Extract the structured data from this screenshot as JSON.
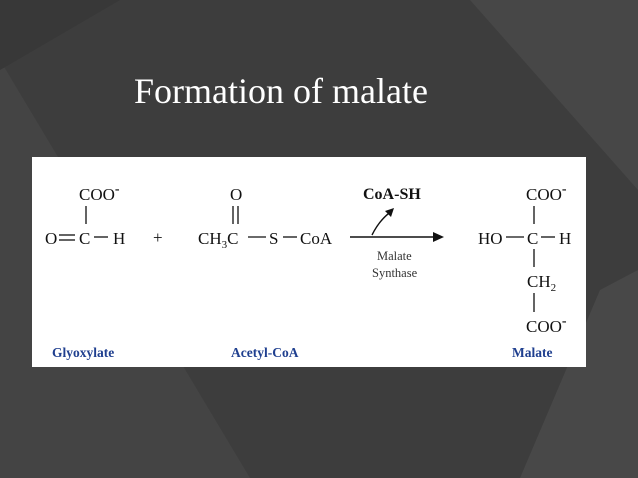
{
  "slide": {
    "title": "Formation of malate",
    "colors": {
      "background": "#3d3d3d",
      "triangle_light": "#4a4a4a",
      "triangle_dark": "#333333",
      "panel": "#ffffff",
      "label_blue": "#1f3f8f"
    }
  },
  "diagram": {
    "glyoxylate": {
      "carboxylate": "COO",
      "charge": "-",
      "oxygen": "O",
      "carbon": "C",
      "hydrogen": "H",
      "name": "Glyoxylate"
    },
    "plus": "+",
    "acetyl_coa": {
      "oxygen": "O",
      "ch3c": "CH",
      "ch3c_sub": "3",
      "ch3c_c": "C",
      "sulfur": "S",
      "coa": "CoA",
      "name": "Acetyl-CoA"
    },
    "reaction": {
      "released": "CoA-SH",
      "enzyme_line1": "Malate",
      "enzyme_line2": "Synthase"
    },
    "malate": {
      "top_carboxylate": "COO",
      "top_charge": "-",
      "hydroxyl": "HO",
      "carbon": "C",
      "hydrogen": "H",
      "ch2": "CH",
      "ch2_sub": "2",
      "bottom_carboxylate": "COO",
      "bottom_charge": "-",
      "name": "Malate"
    }
  }
}
